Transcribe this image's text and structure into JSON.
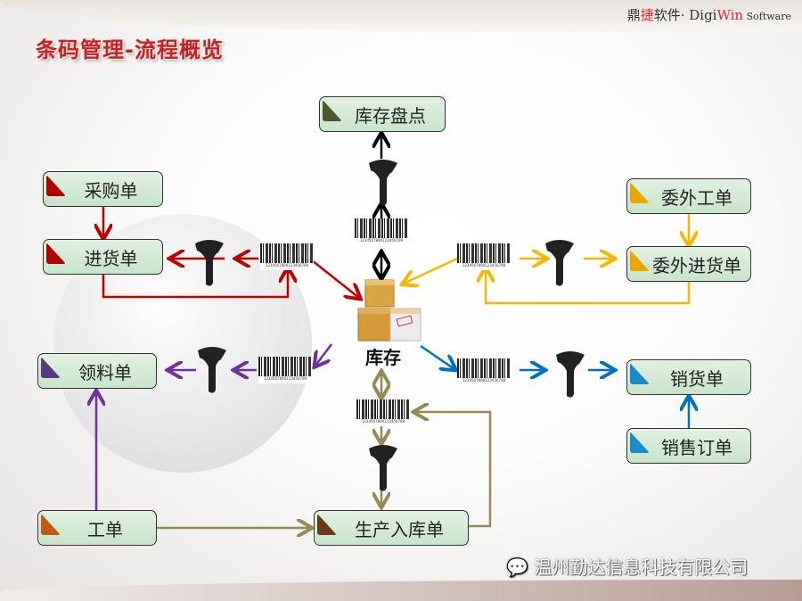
{
  "header": {
    "logo_part1": "鼎",
    "logo_part2": "捷",
    "logo_part3": "软件· Digi",
    "logo_part4": "Win",
    "logo_part5": " Software"
  },
  "title": "条码管理-流程概览",
  "center_label": "库存",
  "boxes": {
    "stocktake": "库存盘点",
    "purchase_order": "采购单",
    "purchase_receipt": "进货单",
    "outsource_order": "委外工单",
    "outsource_receipt": "委外进货单",
    "material_issue": "领料单",
    "sales_delivery": "销货单",
    "sales_order": "销售订单",
    "work_order": "工单",
    "production_receipt": "生产入库单"
  },
  "barcode_number": "1234567890123456789",
  "footer": {
    "company": "温州勤达信息科技有限公司"
  },
  "colors": {
    "purchase": "#c00000",
    "stocktake": "#000000",
    "outsource": "#f5b800",
    "issue": "#7030a0",
    "sales": "#0070c0",
    "production": "#948a54"
  }
}
